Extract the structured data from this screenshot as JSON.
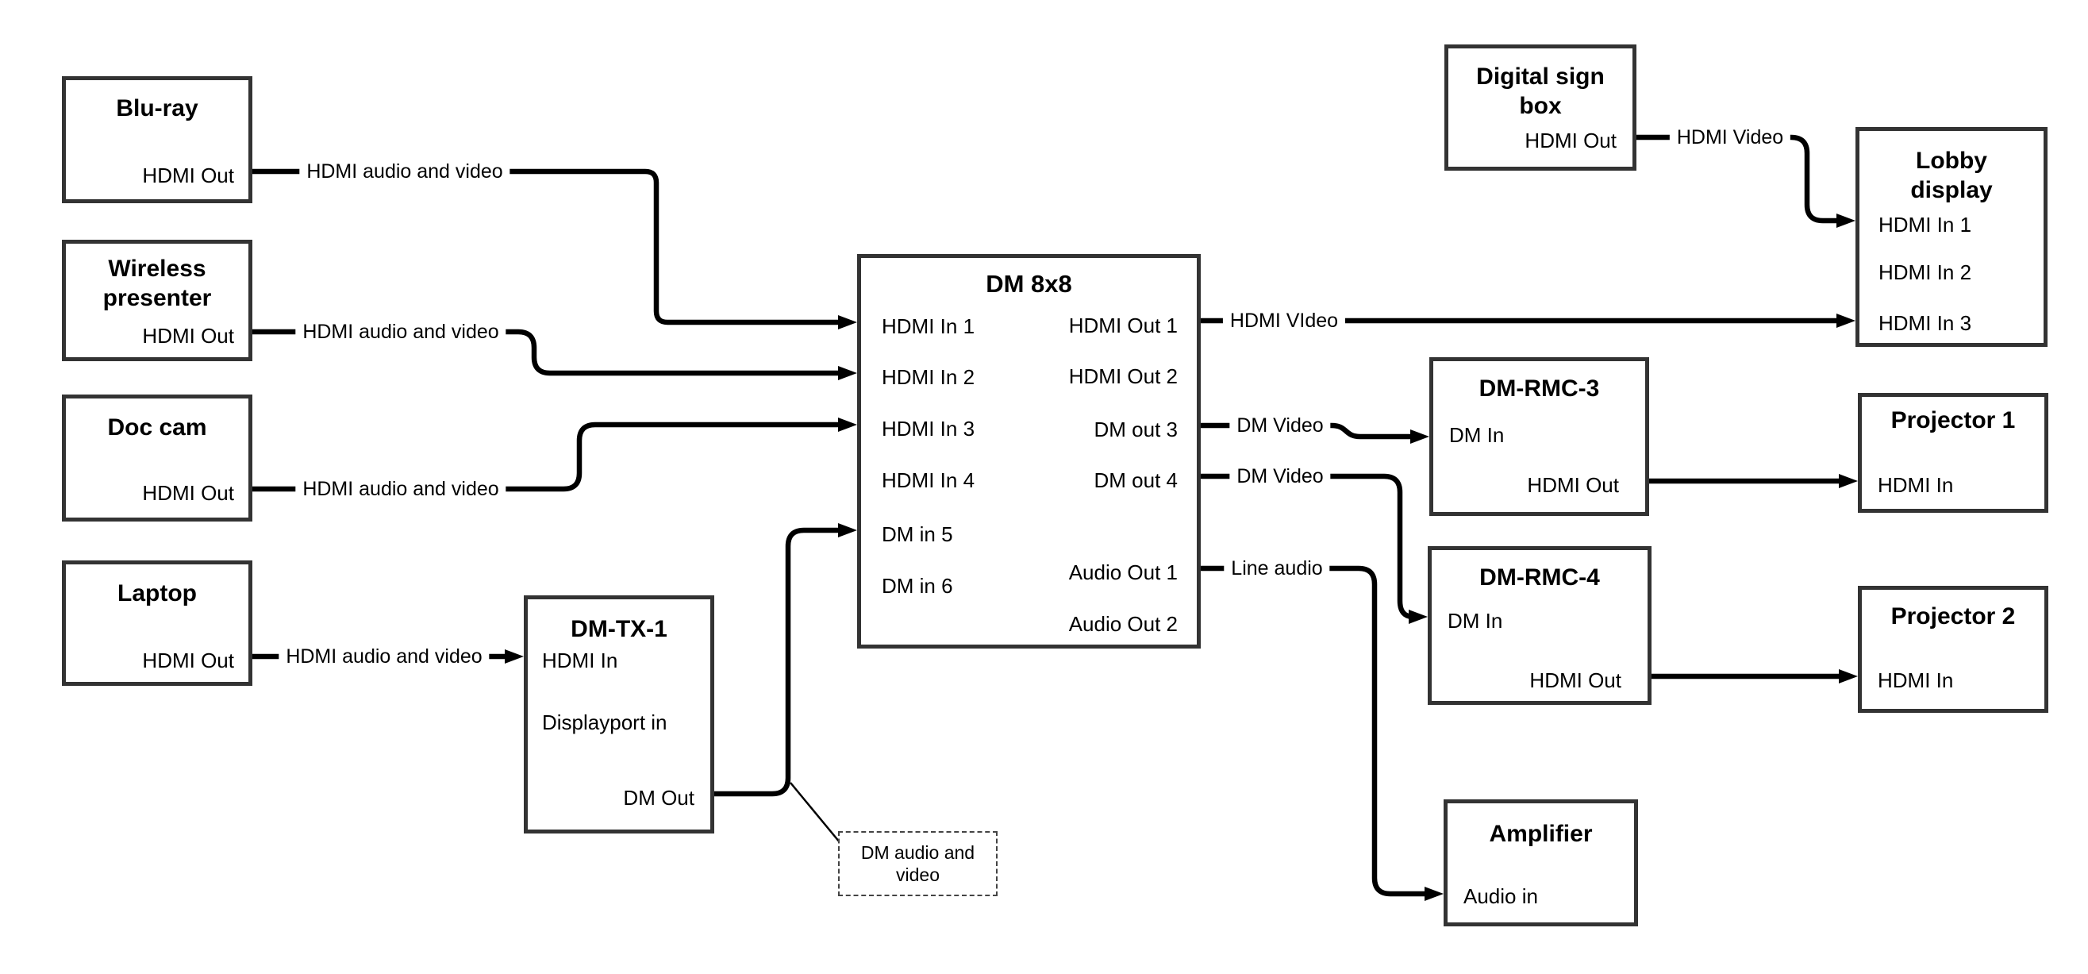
{
  "colors": {
    "wire": "#000000",
    "box_border": "#333333",
    "background": "#ffffff"
  },
  "boxes": {
    "bluRay": {
      "title": "Blu-ray",
      "ports": {
        "hdmiOut": "HDMI Out"
      }
    },
    "wireless": {
      "title": "Wireless\npresenter",
      "ports": {
        "hdmiOut": "HDMI Out"
      }
    },
    "docCam": {
      "title": "Doc cam",
      "ports": {
        "hdmiOut": "HDMI Out"
      }
    },
    "laptop": {
      "title": "Laptop",
      "ports": {
        "hdmiOut": "HDMI Out"
      }
    },
    "dmTx1": {
      "title": "DM-TX-1",
      "ports": {
        "hdmiIn": "HDMI In",
        "displayportIn": "Displayport in",
        "dmOut": "DM Out"
      }
    },
    "dm8x8": {
      "title": "DM 8x8",
      "ports": {
        "in1": "HDMI In 1",
        "in2": "HDMI In 2",
        "in3": "HDMI In 3",
        "in4": "HDMI In 4",
        "in5": "DM in 5",
        "in6": "DM in 6",
        "out1": "HDMI Out 1",
        "out2": "HDMI Out 2",
        "out3": "DM out 3",
        "out4": "DM out 4",
        "aout1": "Audio Out 1",
        "aout2": "Audio Out 2"
      }
    },
    "digitalSign": {
      "title": "Digital sign\nbox",
      "ports": {
        "hdmiOut": "HDMI Out"
      }
    },
    "lobbyDisplay": {
      "title": "Lobby\ndisplay",
      "ports": {
        "hdmiIn1": "HDMI In 1",
        "hdmiIn2": "HDMI In 2",
        "hdmiIn3": "HDMI In 3"
      }
    },
    "dmRmc3": {
      "title": "DM-RMC-3",
      "ports": {
        "dmIn": "DM In",
        "hdmiOut": "HDMI Out"
      }
    },
    "projector1": {
      "title": "Projector 1",
      "ports": {
        "hdmiIn": "HDMI In"
      }
    },
    "dmRmc4": {
      "title": "DM-RMC-4",
      "ports": {
        "dmIn": "DM In",
        "hdmiOut": "HDMI Out"
      }
    },
    "projector2": {
      "title": "Projector 2",
      "ports": {
        "hdmiIn": "HDMI In"
      }
    },
    "amplifier": {
      "title": "Amplifier",
      "ports": {
        "audioIn": "Audio in"
      }
    }
  },
  "connection_labels": {
    "bluRayToDm": "HDMI audio and video",
    "wirelessToDm": "HDMI audio and video",
    "docCamToDm": "HDMI audio and video",
    "laptopToTx": "HDMI audio and video",
    "out1ToLobby": "HDMI VIdeo",
    "out3ToRmc3": "DM Video",
    "out4ToRmc4": "DM Video",
    "audioToAmp": "Line audio",
    "signToLobby": "HDMI Video"
  },
  "note": {
    "text": "DM audio and\nvideo"
  }
}
